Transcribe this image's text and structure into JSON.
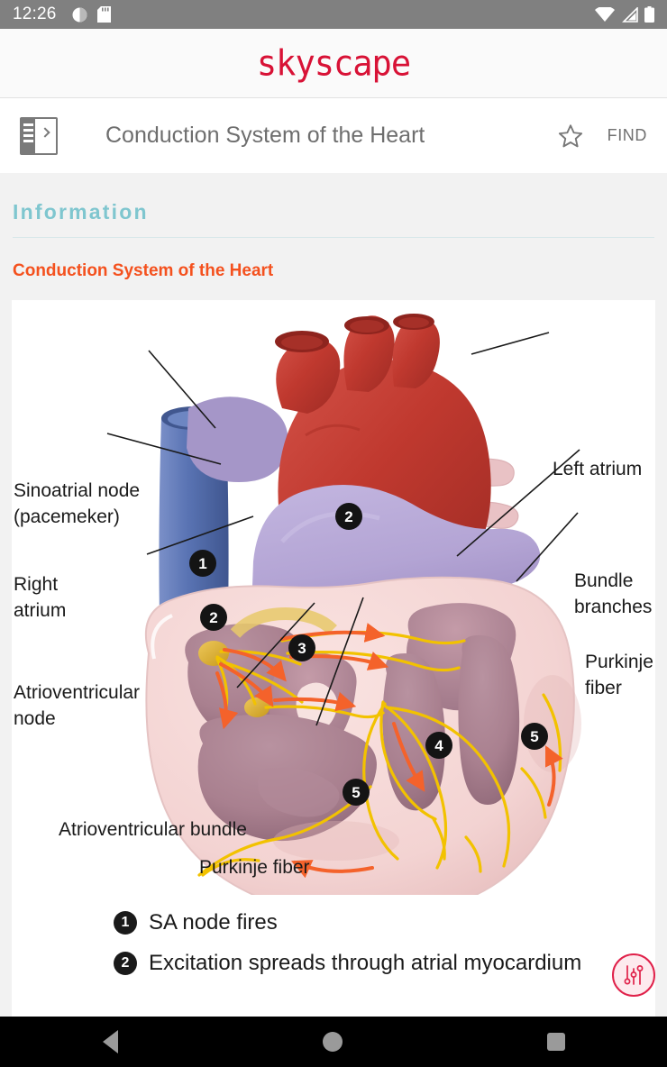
{
  "status_bar": {
    "time": "12:26",
    "left_icons": [
      "do-not-disturb-icon",
      "sd-card-icon"
    ],
    "right_icons": [
      "wifi-icon",
      "cellular-signal-icon",
      "battery-icon"
    ],
    "background": "#808080"
  },
  "brand": {
    "logo_text": "skyscape",
    "logo_color": "#d81236"
  },
  "toolbar": {
    "toc_icon": "table-of-contents-icon",
    "title": "Conduction System of the Heart",
    "favorite_icon": "star-outline-icon",
    "find_label": "FIND"
  },
  "content": {
    "section_label": "Information",
    "section_color": "#7fc6cf",
    "document_title": "Conduction System of the Heart",
    "document_title_color": "#f4511e"
  },
  "figure": {
    "alt": "Cutaway anatomical illustration of the heart showing the conduction system",
    "labels": {
      "sinoatrial_line1": "Sinoatrial node",
      "sinoatrial_line2": "(pacemeker)",
      "right_atrium_line1": "Right",
      "right_atrium_line2": "atrium",
      "av_node_line1": "Atrioventricular",
      "av_node_line2": "node",
      "av_bundle": "Atrioventricular bundle",
      "purkinje_bottom": "Purkinje fiber",
      "left_atrium": "Left atrium",
      "bundle_branches_line1": "Bundle",
      "bundle_branches_line2": "branches",
      "purkinje_right_line1": "Purkinje",
      "purkinje_right_line2": "fiber"
    },
    "markers": [
      "1",
      "2",
      "2",
      "3",
      "4",
      "5",
      "5"
    ],
    "colors": {
      "aorta": "#c0392f",
      "vena_cava": "#5a74b4",
      "pulmonary_artery": "#b3a4d4",
      "myocardium": "#f3d3d2",
      "chamber": "#a9808f",
      "conduction_yellow": "#f2c200",
      "arrow_orange": "#f4622b",
      "node_gold": "#d9a520"
    }
  },
  "captions": [
    {
      "number": "1",
      "text": "SA node fires"
    },
    {
      "number": "2",
      "text": "Excitation spreads through atrial myocardium"
    }
  ],
  "fab": {
    "icon": "sliders-tune-icon",
    "border_color": "#e0214a",
    "fill_color": "#fdeaee"
  },
  "nav_bar": {
    "back_icon": "back-triangle-icon",
    "home_icon": "home-circle-icon",
    "recents_icon": "recents-square-icon"
  }
}
